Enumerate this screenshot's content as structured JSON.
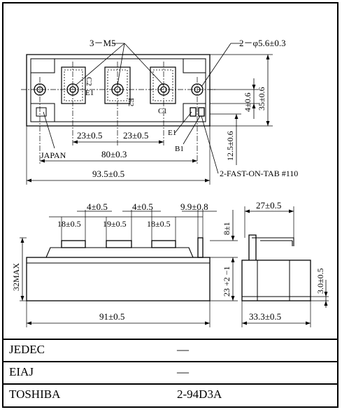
{
  "top_view": {
    "screw": "3－M5",
    "hole": "2－φ5.6±0.3",
    "c2": "C2",
    "e1": "E1",
    "e2": "E2",
    "c1": "C1",
    "e1_tab": "E1",
    "b1": "B1",
    "pitch_left": "23±0.5",
    "pitch_right": "23±0.5",
    "center_distance": "80±0.3",
    "overall_length": "93.5±0.5",
    "height_inner": "4±0.6",
    "height_outer": "35±0.6",
    "tab_offset": "12.5±0.6",
    "origin_mark": "JAPAN",
    "fast_on_tab": "2-FAST-ON-TAB #110"
  },
  "side_view": {
    "tab_gap_1": "4±0.5",
    "tab_gap_2": "4±0.5",
    "terminal_1": "18±0.5",
    "terminal_2": "19±0.5",
    "terminal_3": "18±0.5",
    "tab_width": "9.9±0.8",
    "terminal_height": "8±1",
    "body_height": "23 +2 −1",
    "max_height": "32MAX",
    "base_length": "91±0.5"
  },
  "end_view": {
    "top_width": "27±0.5",
    "base_width": "33.3±0.5",
    "base_thickness": "3.0±0.5"
  },
  "table": [
    {
      "label": "JEDEC",
      "value": "—"
    },
    {
      "label": "EIAJ",
      "value": "—"
    },
    {
      "label": "TOSHIBA",
      "value": "2-94D3A"
    }
  ]
}
